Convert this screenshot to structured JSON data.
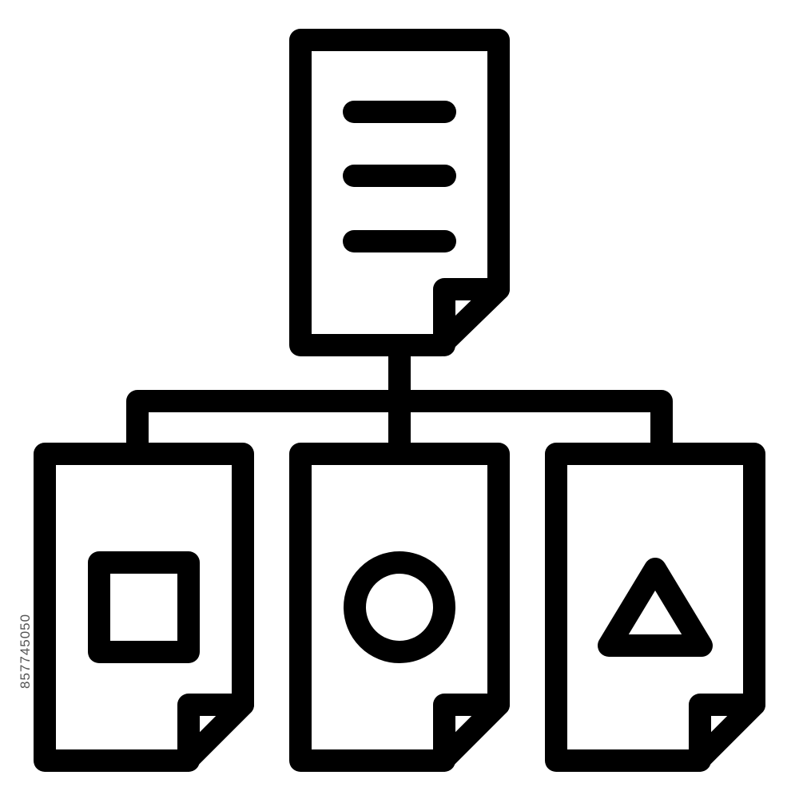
{
  "icon": {
    "name": "document-hierarchy-icon",
    "stroke_color": "#000000",
    "background_color": "#ffffff",
    "parent": {
      "content": "text-lines",
      "line_count": 3
    },
    "children": [
      {
        "shape": "square"
      },
      {
        "shape": "circle"
      },
      {
        "shape": "triangle"
      }
    ]
  },
  "watermark": {
    "stock_id": "857745050"
  }
}
